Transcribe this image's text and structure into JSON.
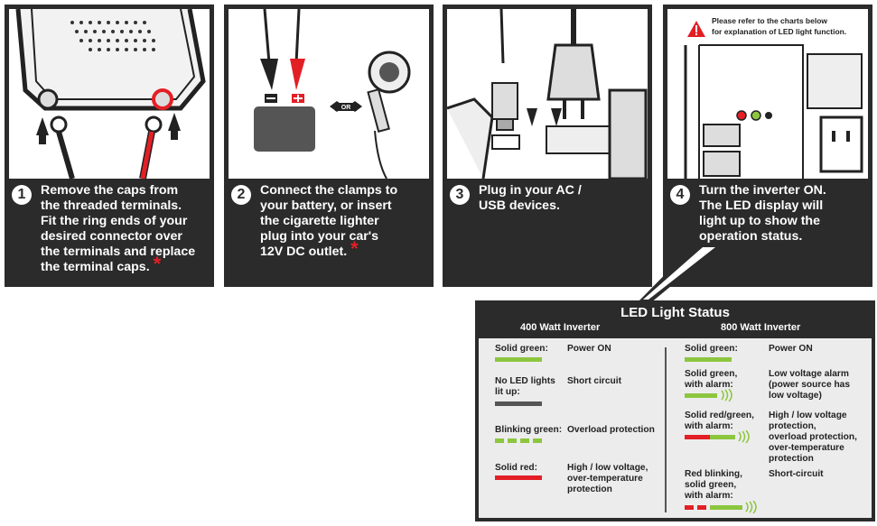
{
  "steps": [
    {
      "num": "1",
      "text": "Remove the caps from\nthe threaded terminals.\nFit the ring ends of your\ndesired connector over\nthe terminals and replace\nthe terminal caps.",
      "star": "*"
    },
    {
      "num": "2",
      "text": "Connect the clamps to\nyour battery, or insert\nthe cigarette lighter\nplug into your car's\n12V DC outlet.",
      "star": "*"
    },
    {
      "num": "3",
      "text": "Plug in your AC /\nUSB devices.",
      "star": ""
    },
    {
      "num": "4",
      "text": "Turn the inverter ON.\nThe LED display will\nlight up to show the\noperation status.",
      "star": ""
    }
  ],
  "step2_or": "OR",
  "notice": "Please refer to the charts below\nfor explanation of LED light function.",
  "led_status": {
    "title": "LED Light Status",
    "col_400": "400 Watt Inverter",
    "col_800": "800 Watt Inverter",
    "rows_400": [
      {
        "state": "Solid green:",
        "meaning": "Power ON"
      },
      {
        "state": "No LED lights\nlit up:",
        "meaning": "Short circuit"
      },
      {
        "state": "Blinking green:",
        "meaning": "Overload protection"
      },
      {
        "state": "Solid red:",
        "meaning": "High / low voltage,\nover-temperature\nprotection"
      }
    ],
    "rows_800": [
      {
        "state": "Solid green:",
        "meaning": "Power ON"
      },
      {
        "state": "Solid green,\nwith alarm:",
        "meaning": "Low voltage alarm\n(power source has\nlow voltage)"
      },
      {
        "state": "Solid red/green,\nwith alarm:",
        "meaning": "High / low voltage\nprotection,\noverload protection,\nover-temperature\nprotection"
      },
      {
        "state": "Red blinking,\nsolid green,\nwith alarm:",
        "meaning": "Short-circuit"
      }
    ]
  },
  "colors": {
    "panel": "#2b2b2b",
    "green": "#8cc63f",
    "red": "#e31f26",
    "box": "#ececec"
  },
  "icons": [
    "warning-triangle-icon",
    "battery-icon",
    "alarm-waves-icon",
    "red-asterisk-icon"
  ]
}
